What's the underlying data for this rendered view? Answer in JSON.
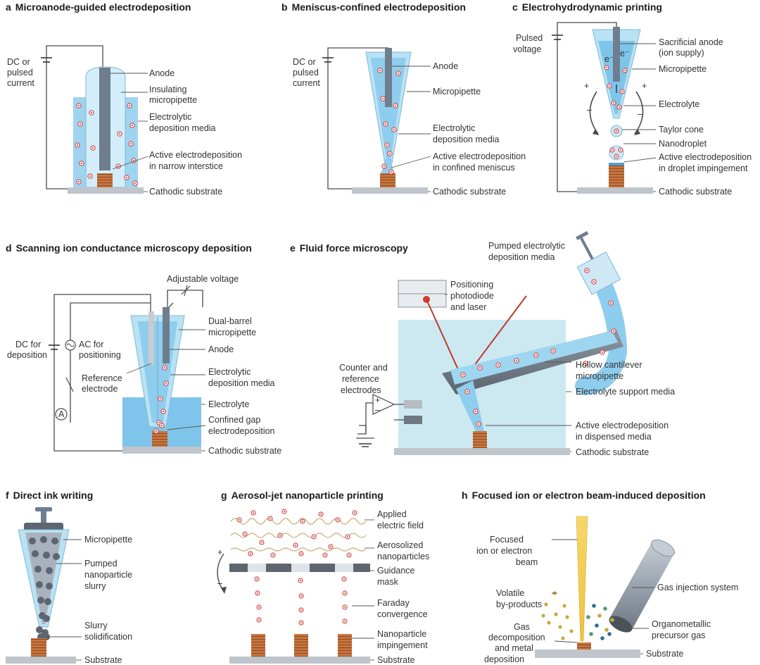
{
  "colors": {
    "pipette_glass": "#b9e2f4",
    "liquid": "#8ecdee",
    "electrode": "#6e7e8e",
    "deposit": "#c8753f",
    "substrate": "#bfc5cb",
    "ion": "#d04a4a",
    "laser": "#c0392b",
    "wavy_field": "#c8ad72",
    "beam": "#f0cf54"
  },
  "panels": {
    "a": {
      "letter": "a",
      "title": "Microanode-guided electrodeposition",
      "power_label": [
        "DC or",
        "pulsed",
        "current"
      ],
      "labels": {
        "anode": [
          "Anode"
        ],
        "pipette": [
          "Insulating",
          "micropipette"
        ],
        "media": [
          "Electrolytic",
          "deposition media"
        ],
        "active": [
          "Active electrodeposition",
          "in narrow interstice"
        ],
        "substrate": [
          "Cathodic substrate"
        ]
      }
    },
    "b": {
      "letter": "b",
      "title": "Meniscus-confined electrodeposition",
      "power_label": [
        "DC or",
        "pulsed",
        "current"
      ],
      "labels": {
        "anode": [
          "Anode"
        ],
        "pipette": [
          "Micropipette"
        ],
        "media": [
          "Electrolytic",
          "deposition media"
        ],
        "active": [
          "Active electrodeposition",
          "in confined meniscus"
        ],
        "substrate": [
          "Cathodic substrate"
        ]
      }
    },
    "c": {
      "letter": "c",
      "title": "Electrohydrodynamic printing",
      "power_label": [
        "Pulsed",
        "voltage"
      ],
      "labels": {
        "anode": [
          "Sacrificial anode",
          "(ion supply)"
        ],
        "pipette": [
          "Micropipette"
        ],
        "electrolyte": [
          "Electrolyte"
        ],
        "taylor": [
          "Taylor cone"
        ],
        "nanodroplet": [
          "Nanodroplet"
        ],
        "active": [
          "Active electrodeposition",
          "in droplet impingement"
        ],
        "substrate": [
          "Cathodic substrate"
        ]
      }
    },
    "d": {
      "letter": "d",
      "title": "Scanning ion conductance microscopy deposition",
      "adjustable": "Adjustable voltage",
      "dc_label": [
        "DC  for",
        "deposition"
      ],
      "ac_label": [
        "AC  for",
        "positioning"
      ],
      "ammeter": "A",
      "labels": {
        "pipette": [
          "Dual-barrel",
          "micropipette"
        ],
        "anode": [
          "Anode"
        ],
        "reference": [
          "Reference",
          "electrode"
        ],
        "media": [
          "Electrolytic",
          "deposition media"
        ],
        "electrolyte": [
          "Electrolyte"
        ],
        "gap": [
          "Confined gap",
          "electrodeposition"
        ],
        "substrate": [
          "Cathodic substrate"
        ]
      }
    },
    "e": {
      "letter": "e",
      "title": "Fluid force microscopy",
      "labels": {
        "pumped": [
          "Pumped electrolytic",
          "deposition media"
        ],
        "positioning": [
          "Positioning",
          "photodiode",
          "and laser"
        ],
        "counter": [
          "Counter and",
          "reference",
          "electrodes"
        ],
        "cantilever": [
          "Hollow cantilever",
          "micropipette"
        ],
        "support": [
          "Electrolyte support media"
        ],
        "active": [
          "Active electrodeposition",
          "in dispensed media"
        ],
        "substrate": [
          "Cathodic substrate"
        ]
      }
    },
    "f": {
      "letter": "f",
      "title": "Direct ink writing",
      "labels": {
        "pipette": [
          "Micropipette"
        ],
        "slurry": [
          "Pumped",
          "nanoparticle",
          "slurry"
        ],
        "solid": [
          "Slurry",
          "solidification"
        ],
        "substrate": [
          "Substrate"
        ]
      }
    },
    "g": {
      "letter": "g",
      "title": "Aerosol-jet nanoparticle printing",
      "labels": {
        "field": [
          "Applied",
          "electric field"
        ],
        "aerosol": [
          "Aerosolized",
          "nanoparticles"
        ],
        "mask": [
          "Guidance",
          "mask"
        ],
        "faraday": [
          "Faraday",
          "convergence"
        ],
        "impinge": [
          "Nanoparticle",
          "impingement"
        ],
        "substrate": [
          "Substrate"
        ]
      }
    },
    "h": {
      "letter": "h",
      "title": "Focused ion or electron beam-induced deposition",
      "labels": {
        "beam": [
          "Focused",
          "ion or electron",
          "beam"
        ],
        "gis": [
          "Gas injection system"
        ],
        "volatile": [
          "Volatile",
          "by-products"
        ],
        "precursor": [
          "Organometallic",
          "precursor gas"
        ],
        "decomp": [
          "Gas",
          "decomposition",
          "and metal",
          "deposition"
        ],
        "substrate": [
          "Substrate"
        ]
      }
    }
  }
}
